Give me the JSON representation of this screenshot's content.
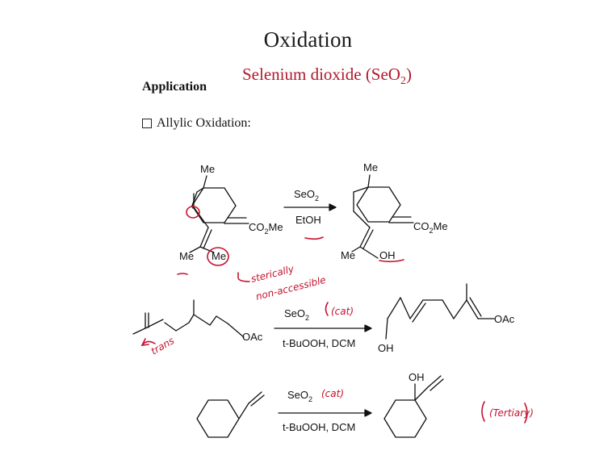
{
  "slide": {
    "title": "Oxidation",
    "subtitle_main": "Selenium dioxide (SeO",
    "subtitle_sub": "2",
    "subtitle_end": ")",
    "section": "Application",
    "bullet": "Allylic Oxidation:"
  },
  "reactions": {
    "r1": {
      "sm_me_top": "Me",
      "sm_ester_pre": "CO",
      "sm_ester_sub": "2",
      "sm_ester_post": "Me",
      "sm_me_left": "Me",
      "sm_me_right": "Me",
      "reagent_pre": "SeO",
      "reagent_sub": "2",
      "solvent": "EtOH",
      "pr_me_top": "Me",
      "pr_ester_pre": "CO",
      "pr_ester_sub": "2",
      "pr_ester_post": "Me",
      "pr_me_left": "Me",
      "pr_oh": "OH"
    },
    "r2": {
      "sm_oac": "OAc",
      "reagent_pre": "SeO",
      "reagent_sub": "2",
      "reagent_note": "(cat)",
      "conditions": "t-BuOOH, DCM",
      "pr_oac": "OAc",
      "pr_oh": "OH"
    },
    "r3": {
      "reagent_pre": "SeO",
      "reagent_sub": "2",
      "reagent_note": "(cat)",
      "conditions": "t-BuOOH, DCM",
      "pr_oh": "OH",
      "note": "(Tertiary)"
    }
  },
  "annotations": {
    "hindered_1": "sterically",
    "hindered_2": "non-accessible",
    "trans": "trans"
  },
  "colors": {
    "ink": "#c4132e",
    "subtitle": "#b0192b"
  }
}
